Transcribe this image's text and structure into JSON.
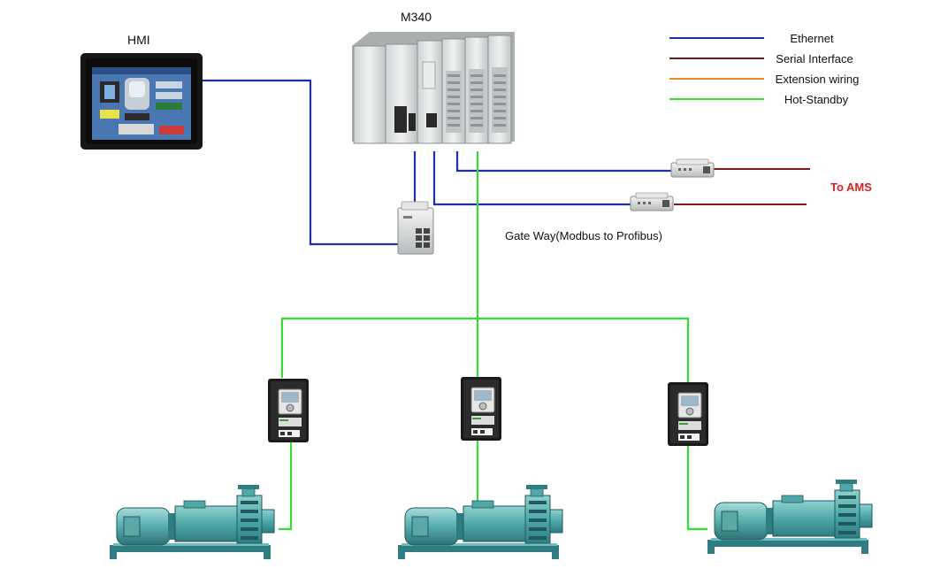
{
  "labels": {
    "hmi": "HMI",
    "plc": "M340",
    "to_ams": "To AMS",
    "gateway": "Gate Way(Modbus to Profibus)"
  },
  "legend": [
    {
      "label": "Ethernet",
      "color": "#1f2fa8"
    },
    {
      "label": "Serial Interface",
      "color": "#7a1a1a"
    },
    {
      "label": "Extension wiring",
      "color": "#f08a24"
    },
    {
      "label": "Hot-Standby",
      "color": "#33dd33"
    }
  ],
  "colors": {
    "ethernet": "#1f2fa8",
    "serial": "#7a1a1a",
    "hot_standby": "#33dd33",
    "to_ams_text": "#e02020"
  },
  "icons": {
    "hmi": "hmi-panel-icon",
    "plc": "plc-rack-icon",
    "switch": "ethernet-switch-icon",
    "gateway": "gateway-module-icon",
    "drive": "variable-speed-drive-icon",
    "pump": "motor-pump-icon"
  }
}
